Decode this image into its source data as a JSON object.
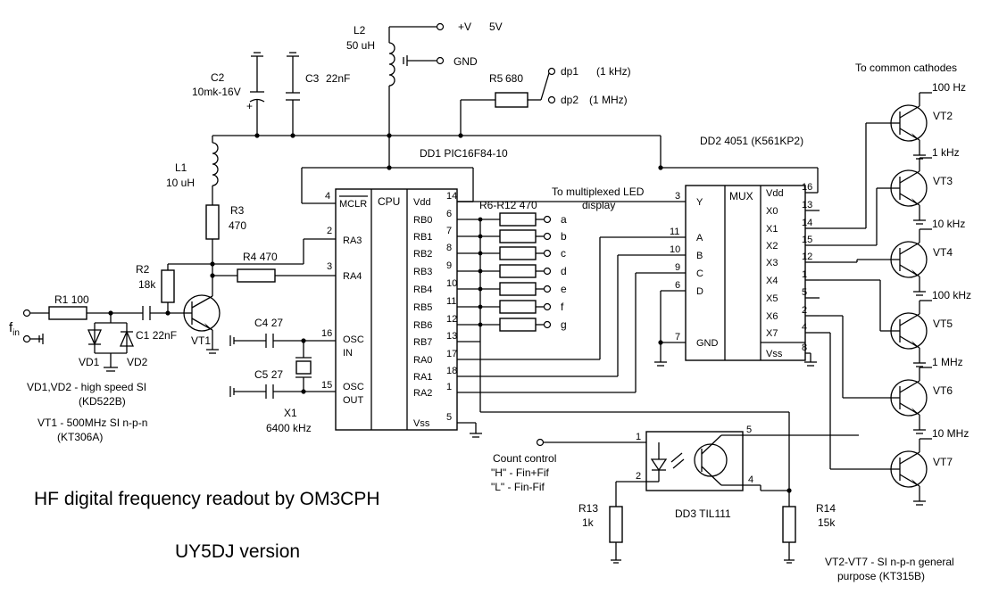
{
  "supply": {
    "vplus": "+V",
    "volts": "5V",
    "gnd": "GND"
  },
  "components": {
    "l2": {
      "ref": "L2",
      "value": "50 uH"
    },
    "l1": {
      "ref": "L1",
      "value": "10 uH"
    },
    "c2": {
      "ref": "C2",
      "value": "10mk-16V"
    },
    "c3": {
      "ref": "C3",
      "value": "22nF"
    },
    "r5": {
      "ref": "R5",
      "value": "680"
    },
    "r3": {
      "ref": "R3",
      "value": "470"
    },
    "r4": {
      "ref": "R4",
      "value": "470"
    },
    "r2": {
      "ref": "R2",
      "value": "18k"
    },
    "r1": {
      "ref": "R1",
      "value": "100"
    },
    "c1": {
      "ref": "C1",
      "value": "22nF"
    },
    "c4": {
      "ref": "C4",
      "value": "27"
    },
    "c5": {
      "ref": "C5",
      "value": "27"
    },
    "x1": {
      "ref": "X1",
      "value": "6400 kHz"
    },
    "r13": {
      "ref": "R13",
      "value": "1k"
    },
    "r14": {
      "ref": "R14",
      "value": "15k"
    },
    "r6r12": {
      "ref": "R6-R12",
      "value": "470"
    },
    "vt1": "VT1",
    "vd1": "VD1",
    "vd2": "VD2",
    "fin": "f",
    "fin_sub": "in"
  },
  "dp": {
    "dp1": "dp1",
    "dp1_note": "(1 kHz)",
    "dp2": "dp2",
    "dp2_note": "(1 MHz)"
  },
  "dd1": {
    "title": "DD1  PIC16F84-10",
    "cpu": "CPU",
    "left_pins": [
      {
        "num": "4",
        "name": "MCLR"
      },
      {
        "num": "2",
        "name": "RA3"
      },
      {
        "num": "3",
        "name": "RA4"
      },
      {
        "num": "16",
        "name": "OSC"
      },
      {
        "num": "15",
        "name": "OSC"
      }
    ],
    "osc_in": "IN",
    "osc_out": "OUT",
    "right_pins": [
      {
        "num": "14",
        "name": "Vdd"
      },
      {
        "num": "6",
        "name": "RB0"
      },
      {
        "num": "7",
        "name": "RB1"
      },
      {
        "num": "8",
        "name": "RB2"
      },
      {
        "num": "9",
        "name": "RB3"
      },
      {
        "num": "10",
        "name": "RB4"
      },
      {
        "num": "11",
        "name": "RB5"
      },
      {
        "num": "12",
        "name": "RB6"
      },
      {
        "num": "13",
        "name": "RB7"
      },
      {
        "num": "17",
        "name": "RA0"
      },
      {
        "num": "18",
        "name": "RA1"
      },
      {
        "num": "1",
        "name": "RA2"
      },
      {
        "num": "5",
        "name": "Vss"
      }
    ]
  },
  "segments": [
    "a",
    "b",
    "c",
    "d",
    "e",
    "f",
    "g"
  ],
  "led_display": {
    "line1": "To multiplexed LED",
    "line2": "display"
  },
  "dd2": {
    "title": "DD2  4051   (K561KP2)",
    "mux": "MUX",
    "left_pins": [
      {
        "num": "3",
        "name": "Y"
      },
      {
        "num": "11",
        "name": "A"
      },
      {
        "num": "10",
        "name": "B"
      },
      {
        "num": "9",
        "name": "C"
      },
      {
        "num": "6",
        "name": "D"
      },
      {
        "num": "7",
        "name": "GND"
      }
    ],
    "right_pins": [
      {
        "num": "16",
        "name": "Vdd"
      },
      {
        "num": "13",
        "name": "X0"
      },
      {
        "num": "14",
        "name": "X1"
      },
      {
        "num": "15",
        "name": "X2"
      },
      {
        "num": "12",
        "name": "X3"
      },
      {
        "num": "1",
        "name": "X4"
      },
      {
        "num": "5",
        "name": "X5"
      },
      {
        "num": "2",
        "name": "X6"
      },
      {
        "num": "4",
        "name": "X7"
      },
      {
        "num": "8",
        "name": "Vss"
      }
    ]
  },
  "cathodes": "To common cathodes",
  "transistors": [
    {
      "ref": "VT2",
      "range": "100 Hz"
    },
    {
      "ref": "VT3",
      "range": "1 kHz"
    },
    {
      "ref": "VT4",
      "range": "10 kHz"
    },
    {
      "ref": "VT5",
      "range": "100 kHz"
    },
    {
      "ref": "VT6",
      "range": "1 MHz"
    },
    {
      "ref": "VT7",
      "range": "10 MHz"
    }
  ],
  "dd3": {
    "title": "DD3  TIL111",
    "pins": [
      "1",
      "2",
      "5",
      "4"
    ]
  },
  "count_control": {
    "title": "Count control",
    "h": "\"H\"  - Fin+Fif",
    "l": "\"L\"  - Fin-Fif"
  },
  "notes": {
    "vd_line1": "VD1,VD2 - high speed SI",
    "vd_line2": "(KD522B)",
    "vt1_line1": "VT1 - 500MHz SI n-p-n",
    "vt1_line2": "(KT306A)",
    "vt_line1": "VT2-VT7 - SI n-p-n general",
    "vt_line2": "purpose     (KT315B)"
  },
  "heading": {
    "title": "HF  digital frequency readout  by  OM3CPH",
    "version": "UY5DJ  version"
  }
}
